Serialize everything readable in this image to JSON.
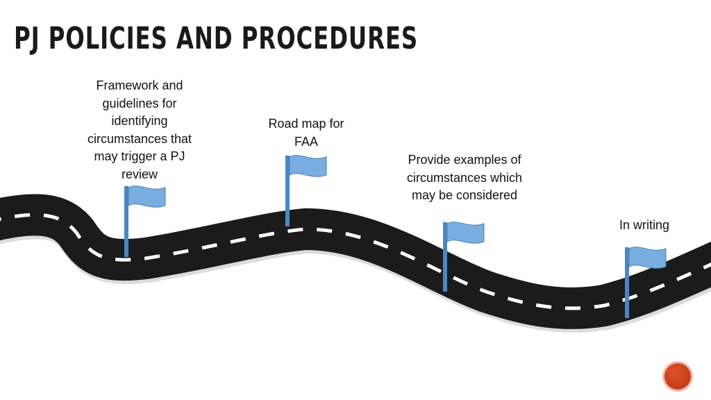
{
  "title": "PJ Policies and Procedures",
  "milestones": [
    {
      "label": "Framework and guidelines for identifying circumstances that may trigger a PJ review"
    },
    {
      "label": "Road map for FAA"
    },
    {
      "label": "Provide examples of circumstances which may be considered"
    },
    {
      "label": "In writing"
    }
  ],
  "colors": {
    "road": "#1b1b1b",
    "lane_marking": "#ffffff",
    "flag": "#79aee0",
    "flag_border": "#4a7fb5",
    "pole": "#4e86c4",
    "slide_badge": "#c43d18"
  },
  "icons": {
    "milestone": "flag-icon"
  },
  "slide_number": ""
}
